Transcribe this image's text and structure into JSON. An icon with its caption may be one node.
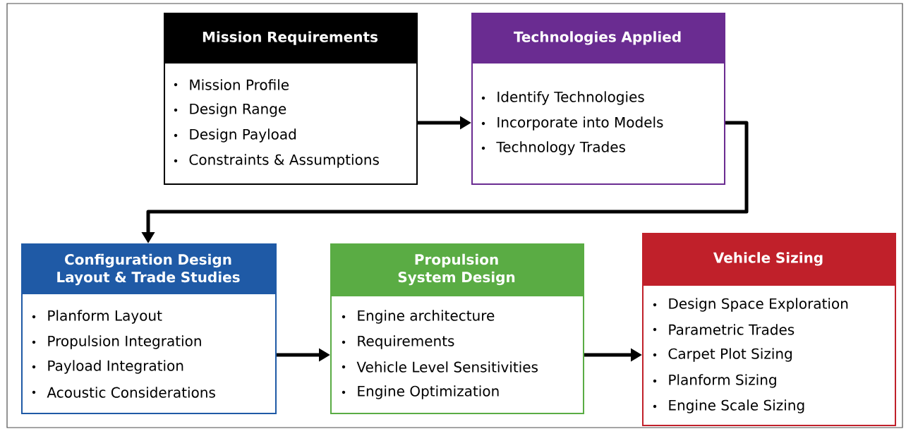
{
  "diagram": {
    "nodes": [
      {
        "text": [
          "Mission Requirements",
          "Mission Profile",
          "Design Range",
          "Design Payload",
          "Constraints & Assumptions"
        ]
      },
      {
        "text": [
          "Technologies Applied",
          "Identify Technologies",
          "Incorporate into Models",
          "Technology Trades"
        ]
      },
      {
        "text": [
          "Configuration Design Layout & Trade Studies",
          "Planform Layout",
          "Propulsion Integration",
          "Payload Integration",
          "Acoustic Considerations"
        ]
      },
      {
        "text": [
          "Propulsion System Design",
          "Engine architecture",
          "Requirements",
          "Vehicle Level Sensitivities",
          "Engine Optimization"
        ]
      },
      {
        "text": [
          "Vehicle Sizing",
          "Design Space Exploration",
          "Parametric Trades",
          "Carpet Plot Sizing",
          "Planform Sizing",
          "Engine Scale Sizing"
        ]
      }
    ],
    "edges": [
      {
        "from": 0,
        "to": 1,
        "arrow": "to"
      },
      {
        "from": 1,
        "to": 2,
        "arrow": "to"
      },
      {
        "from": 2,
        "to": 3,
        "arrow": "to"
      },
      {
        "from": 3,
        "to": 4,
        "arrow": "to"
      }
    ]
  }
}
